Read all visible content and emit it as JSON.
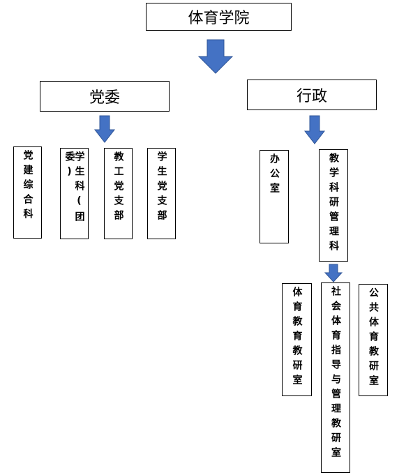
{
  "root": {
    "label": "体育学院"
  },
  "branches": {
    "party": {
      "label": "党委",
      "children": [
        "党建综合科",
        "学生科(团委)",
        "教工党支部",
        "学生党支部"
      ]
    },
    "admin": {
      "label": "行政",
      "children": [
        "办公室",
        "教学科研管理科"
      ],
      "teaching_research": {
        "children": [
          "体育教育教研室",
          "社会体育指导与管理教研室",
          "公共体育教研室"
        ]
      }
    }
  },
  "colors": {
    "arrow_fill": "#4472C4",
    "arrow_stroke": "#2F5597",
    "border": "#000000"
  }
}
